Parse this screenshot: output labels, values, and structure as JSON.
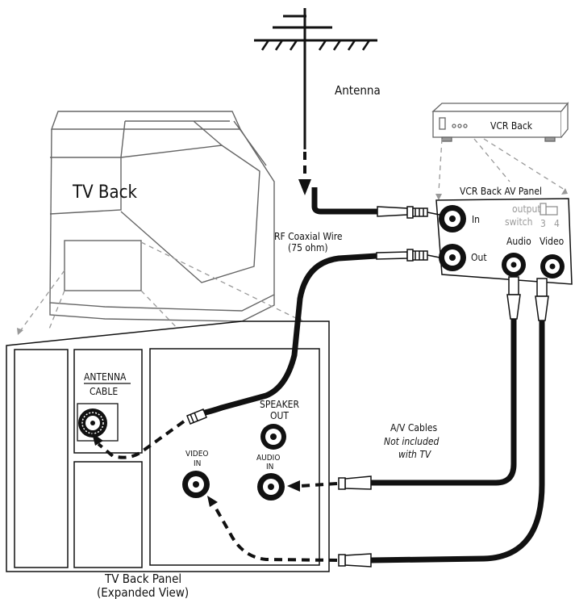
{
  "labels": {
    "antenna": "Antenna",
    "tv_back": "TV Back",
    "vcr_back": "VCR Back",
    "vcr_av_panel": "VCR Back AV Panel",
    "in": "In",
    "out": "Out",
    "output_switch_line1": "output",
    "output_switch_line2": "switch",
    "switch_3": "3",
    "switch_4": "4",
    "audio": "Audio",
    "video": "Video",
    "rf_wire_line1": "RF Coaxial Wire",
    "rf_wire_line2": "(75 ohm)",
    "antenna_cable_line1": "ANTENNA",
    "antenna_cable_line2": "CABLE",
    "speaker_out_line1": "SPEAKER",
    "speaker_out_line2": "OUT",
    "video_in_line1": "VIDEO",
    "video_in_line2": "IN",
    "audio_in_line1": "AUDIO",
    "audio_in_line2": "IN",
    "av_cables_line1": "A/V Cables",
    "av_cables_line2": "Not included",
    "av_cables_line3": "with TV",
    "tv_panel_line1": "TV Back Panel",
    "tv_panel_line2": "(Expanded View)"
  }
}
